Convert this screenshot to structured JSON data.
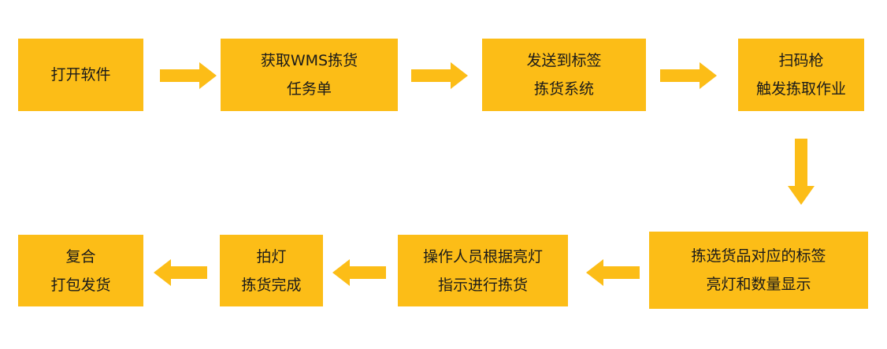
{
  "colors": {
    "box_fill": "#FCBD17",
    "arrow_fill": "#FCBD17",
    "text": "#1a1a1a"
  },
  "steps": [
    {
      "lines": [
        "打开软件"
      ]
    },
    {
      "lines": [
        "获取WMS拣货",
        "任务单"
      ]
    },
    {
      "lines": [
        "发送到标签",
        "拣货系统"
      ]
    },
    {
      "lines": [
        "扫码枪",
        "触发拣取作业"
      ]
    },
    {
      "lines": [
        "拣选货品对应的标签",
        "亮灯和数量显示"
      ]
    },
    {
      "lines": [
        "操作人员根据亮灯",
        "指示进行拣货"
      ]
    },
    {
      "lines": [
        "拍灯",
        "拣货完成"
      ]
    },
    {
      "lines": [
        "复合",
        "打包发货"
      ]
    }
  ]
}
